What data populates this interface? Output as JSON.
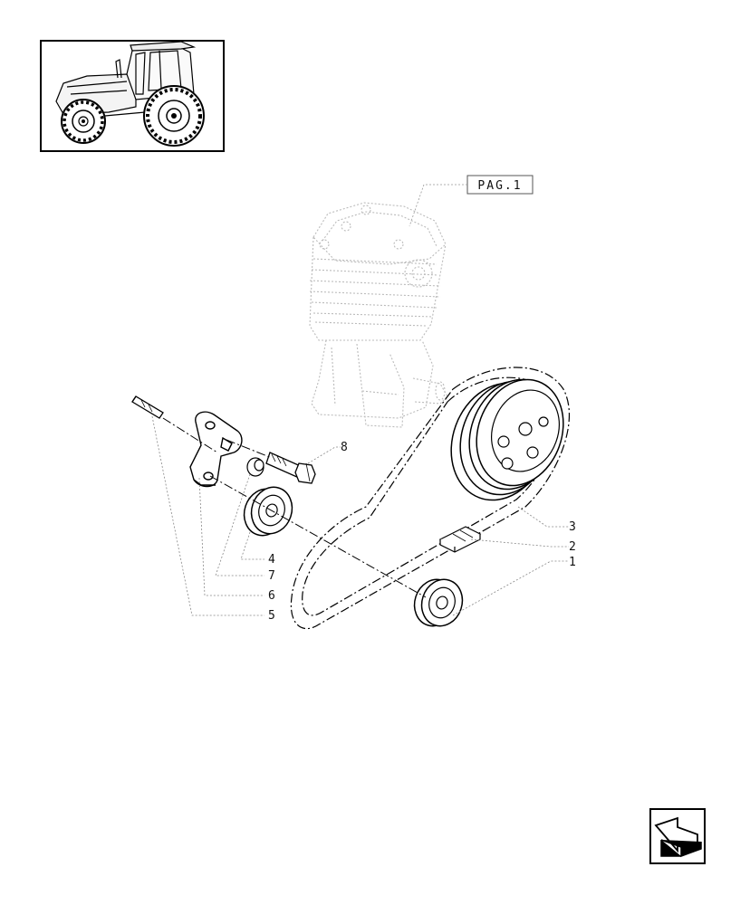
{
  "page_ref": "PAG.1",
  "callouts": [
    "1",
    "2",
    "3",
    "4",
    "5",
    "6",
    "7",
    "8"
  ],
  "icons": {
    "thumbnail": "tractor-thumbnail-icon",
    "navigation": "next-page-arrow-icon"
  }
}
